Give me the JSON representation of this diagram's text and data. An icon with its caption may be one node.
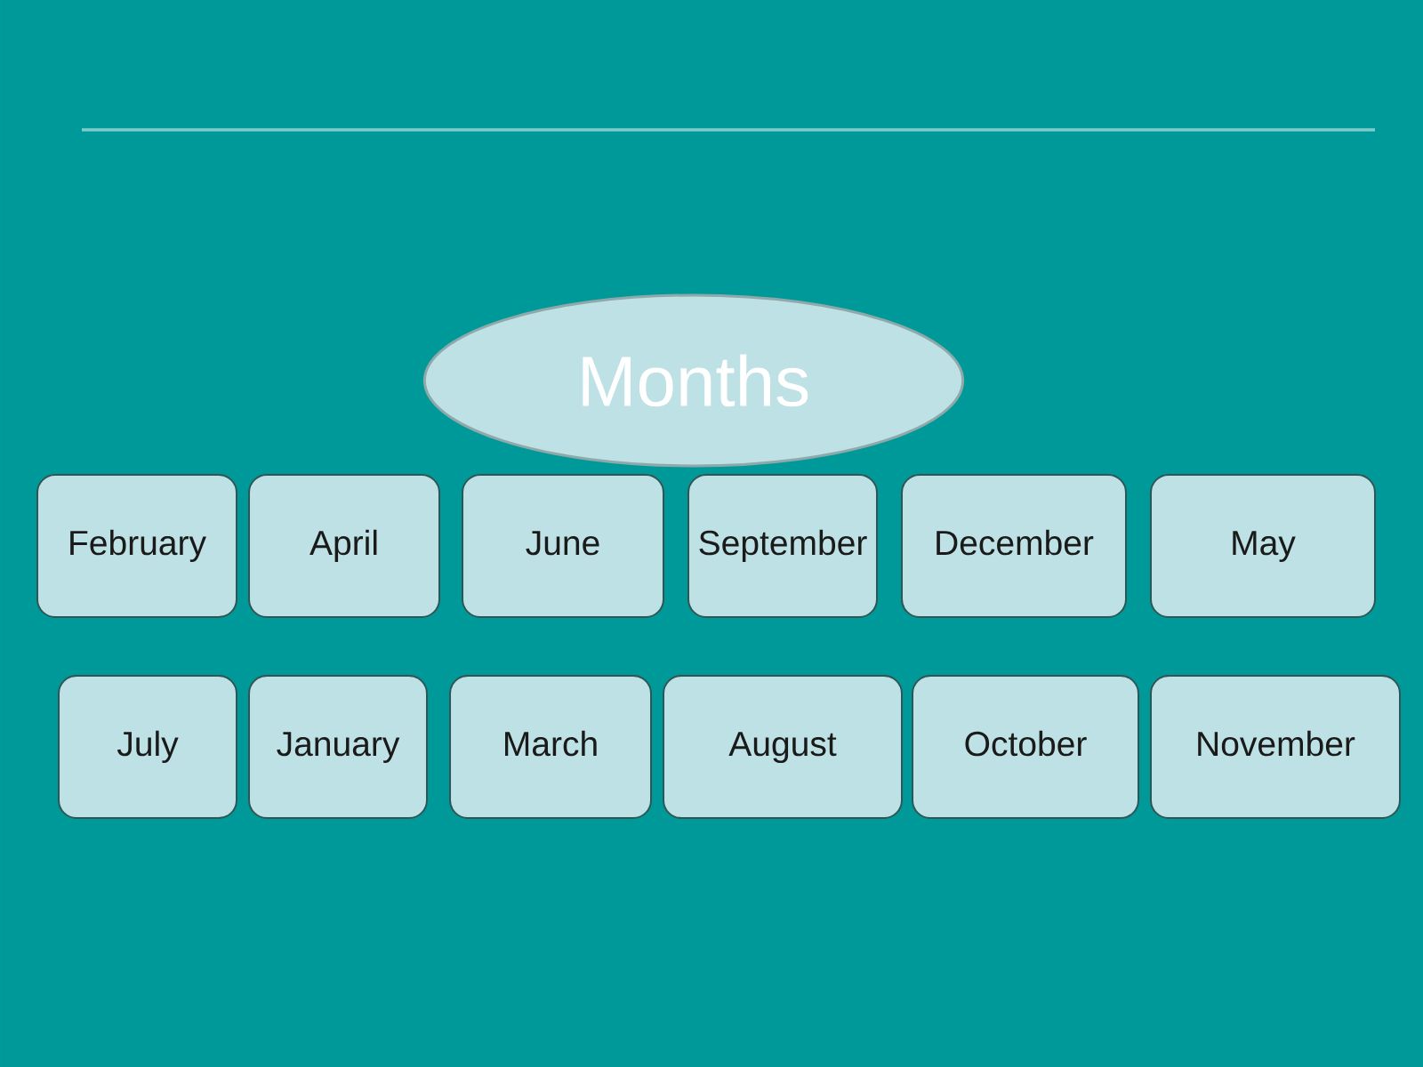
{
  "diagram": {
    "nodes": [
      {
        "text": [
          "Months"
        ]
      },
      {
        "text": [
          "February"
        ]
      },
      {
        "text": [
          "April"
        ]
      },
      {
        "text": [
          "June"
        ]
      },
      {
        "text": [
          "September"
        ]
      },
      {
        "text": [
          "December"
        ]
      },
      {
        "text": [
          "May"
        ]
      },
      {
        "text": [
          "July"
        ]
      },
      {
        "text": [
          "January"
        ]
      },
      {
        "text": [
          "March"
        ]
      },
      {
        "text": [
          "August"
        ]
      },
      {
        "text": [
          "October"
        ]
      },
      {
        "text": [
          "November"
        ]
      }
    ],
    "edges": []
  }
}
